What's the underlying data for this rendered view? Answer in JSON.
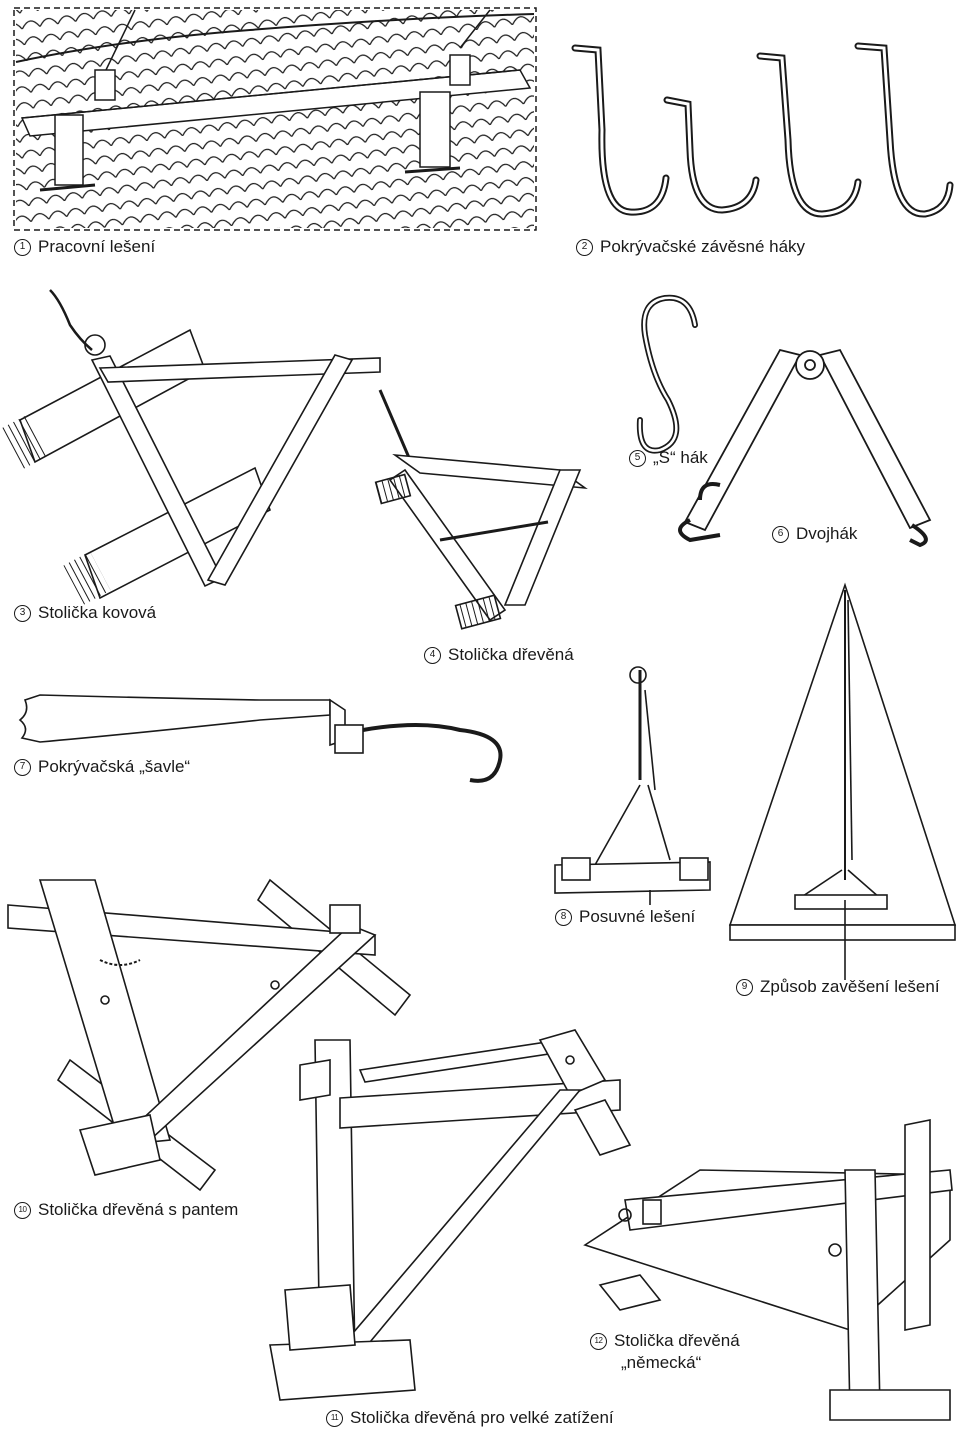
{
  "figures": [
    {
      "id": "fig1",
      "number": "1",
      "caption": "Pracovní lešení"
    },
    {
      "id": "fig2",
      "number": "2",
      "caption": "Pokrývačské závěsné háky"
    },
    {
      "id": "fig3",
      "number": "3",
      "caption": "Stolička kovová"
    },
    {
      "id": "fig4",
      "number": "4",
      "caption": "Stolička dřevěná"
    },
    {
      "id": "fig5",
      "number": "5",
      "caption": "„S“ hák"
    },
    {
      "id": "fig6",
      "number": "6",
      "caption": "Dvojhák"
    },
    {
      "id": "fig7",
      "number": "7",
      "caption": "Pokrývačská „šavle“"
    },
    {
      "id": "fig8",
      "number": "8",
      "caption": "Posuvné lešení"
    },
    {
      "id": "fig9",
      "number": "9",
      "caption": "Způsob zavěšení lešení"
    },
    {
      "id": "fig10",
      "number": "10",
      "caption": "Stolička dřevěná s pantem"
    },
    {
      "id": "fig11",
      "number": "11",
      "caption": "Stolička dřevěná pro velké zatížení"
    },
    {
      "id": "fig12",
      "number": "12",
      "caption_line1": "Stolička dřevěná",
      "caption_line2": "„německá“"
    }
  ],
  "colors": {
    "ink": "#1a1a1a",
    "paper": "#ffffff"
  }
}
